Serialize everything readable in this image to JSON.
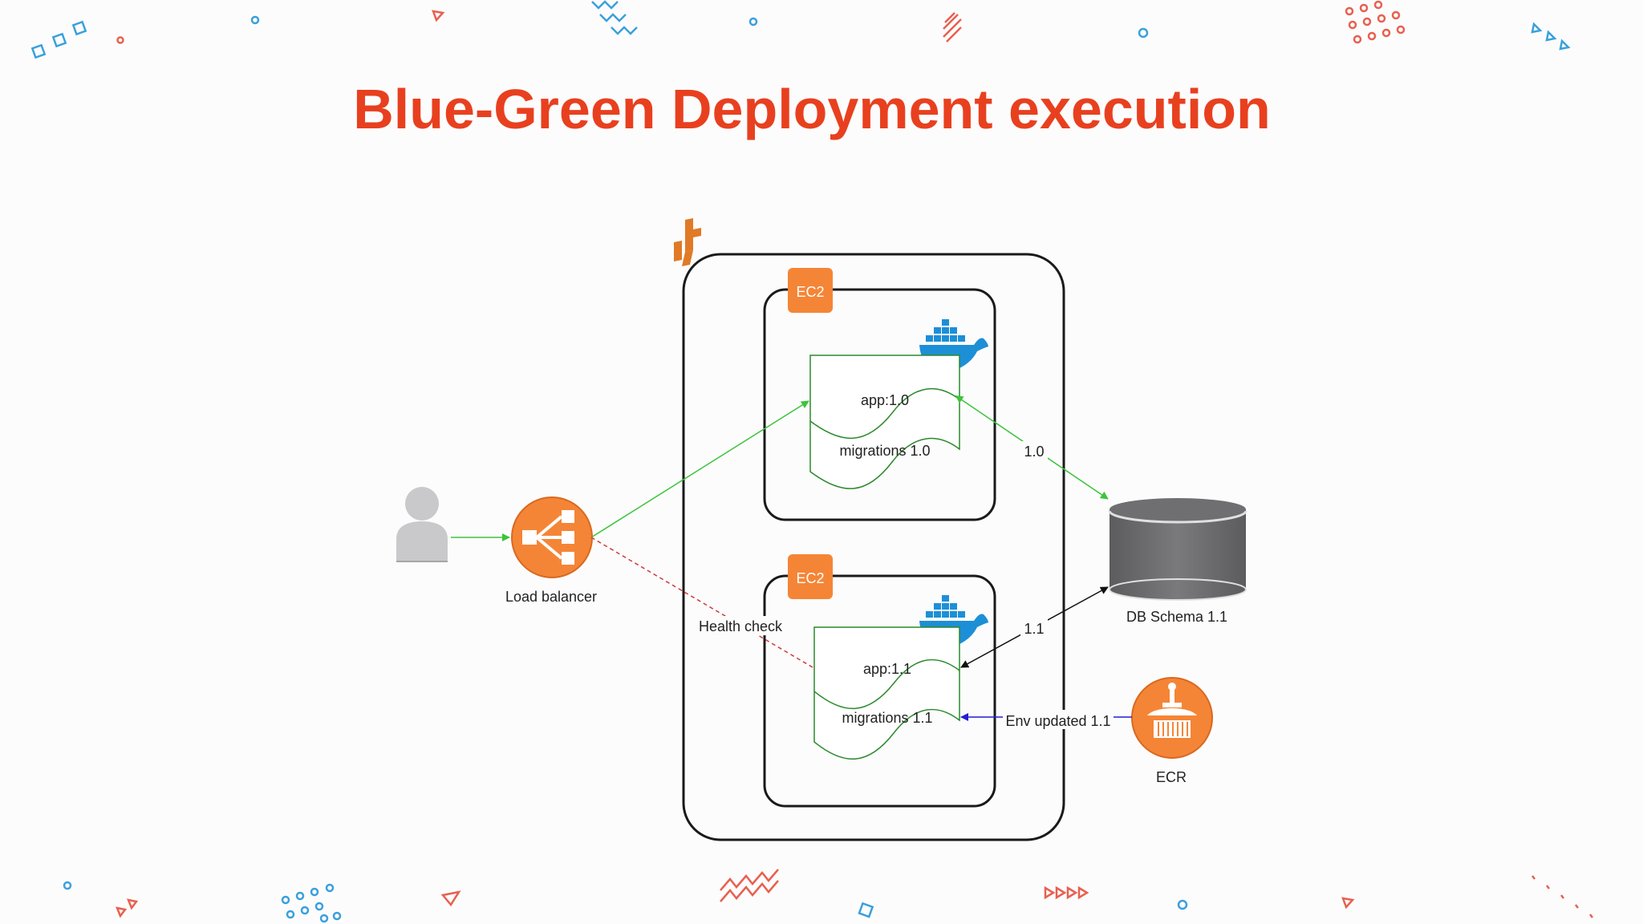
{
  "slide": {
    "title": "Blue-Green Deployment execution"
  },
  "diagram": {
    "nodes": {
      "user": {
        "label": ""
      },
      "load_balancer": {
        "label": "Load balancer"
      },
      "ec2_blue": {
        "badge": "EC2",
        "doc_top": "app:1.0",
        "doc_bottom": "migrations 1.0"
      },
      "ec2_green": {
        "badge": "EC2",
        "doc_top": "app:1.1",
        "doc_bottom": "migrations 1.1"
      },
      "database": {
        "label": "DB Schema 1.1"
      },
      "ecr": {
        "label": "ECR"
      }
    },
    "edges": {
      "blue_db": {
        "label": "1.0"
      },
      "green_db": {
        "label": "1.1"
      },
      "health_check": {
        "label": "Health check"
      },
      "ecr_env": {
        "label": "Env updated 1.1"
      }
    },
    "colors": {
      "title": "#e8401f",
      "aws_orange": "#f58536",
      "green_edge": "#3cc43c",
      "health_edge": "#d03a3a",
      "ecr_edge": "#2020d0",
      "docker_blue": "#1d8fd6",
      "db_gray": "#6f6f71",
      "decor_blue": "#3aa0dc",
      "decor_red": "#e8604f"
    },
    "icons": [
      "user-icon",
      "load-balancer-icon",
      "aws-logo-icon",
      "docker-whale-icon",
      "database-icon",
      "ecr-icon"
    ]
  }
}
